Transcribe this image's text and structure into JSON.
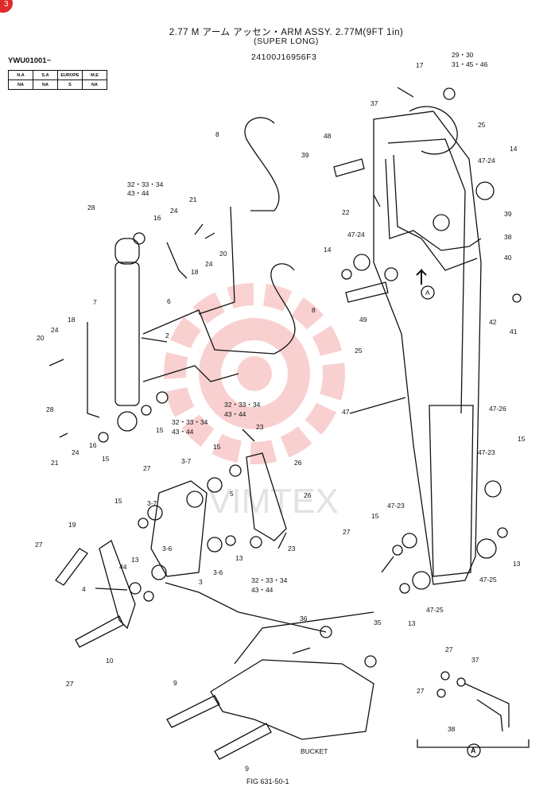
{
  "header": {
    "title": "2.77 M アーム アッセン・ARM ASSY. 2.77M(9FT 1in)",
    "subtitle": "(SUPER LONG)",
    "part_code": "24100J16956F3",
    "serial_range": "YWU01001~"
  },
  "badge": "3",
  "market_table": {
    "headers": [
      "N.A",
      "S.A",
      "EUROPE",
      "M.E"
    ],
    "values": [
      "NA",
      "NA",
      "S",
      "NA"
    ]
  },
  "watermark": "VIMTEX",
  "labels": {
    "l17": "17",
    "l2930": "29・30",
    "l314546": "31・45・46",
    "l37": "37",
    "l25a": "25",
    "l14a": "14",
    "l4724a": "47-24",
    "l48": "48",
    "l39a": "39",
    "l8a": "8",
    "l22": "22",
    "l39b": "39",
    "l38": "38",
    "l40": "40",
    "l4724b": "47-24",
    "l14b": "14",
    "lA": "A",
    "l323334a": "32・33・34",
    "l4344a": "43・44",
    "l21a": "21",
    "l28a": "28",
    "l24a": "24",
    "l16a": "16",
    "l20a": "20",
    "l24b": "24",
    "l18a": "18",
    "l6": "6",
    "l8b": "8",
    "l49": "49",
    "l42": "42",
    "l41": "41",
    "l25b": "25",
    "l7": "7",
    "l2": "2",
    "l24c": "24",
    "l20b": "20",
    "l18b": "18",
    "l28b": "28",
    "l323334b": "32・33・34",
    "l4344b": "43・44",
    "l15a": "15",
    "l323334c": "32・33・34",
    "l4344c": "43・44",
    "l23a": "23",
    "l47": "47",
    "l4726": "47-26",
    "l21b": "21",
    "l24d": "24",
    "l16b": "16",
    "l15b": "15",
    "l37a": "3-7",
    "l15c": "15",
    "l26a": "26",
    "l4723a": "47-23",
    "l15d": "15",
    "l27a": "27",
    "l5": "5",
    "l26b": "26",
    "l37b": "3-7",
    "l15e": "15",
    "l4723b": "47-23",
    "l15f": "15",
    "l19": "19",
    "l36a": "3-6",
    "l27b": "27",
    "l13a": "13",
    "l23b": "23",
    "l27c": "27",
    "l4": "4",
    "l44": "44",
    "l13b": "13",
    "l3": "3",
    "l36b": "3-6",
    "l323334d": "32・33・34",
    "l4344d": "43・44",
    "l13c": "13",
    "l4725a": "47-25",
    "l4725b": "47-25",
    "l13d": "13",
    "l36": "36",
    "l35": "35",
    "l10": "10",
    "l27d": "27",
    "l27e": "27",
    "l37c": "37",
    "l27f": "27",
    "l38b": "38",
    "l9": "9",
    "bucket": "BUCKET",
    "lA2": "A"
  },
  "footer": {
    "page_num": "9",
    "fig": "FIG 631-50-1"
  }
}
